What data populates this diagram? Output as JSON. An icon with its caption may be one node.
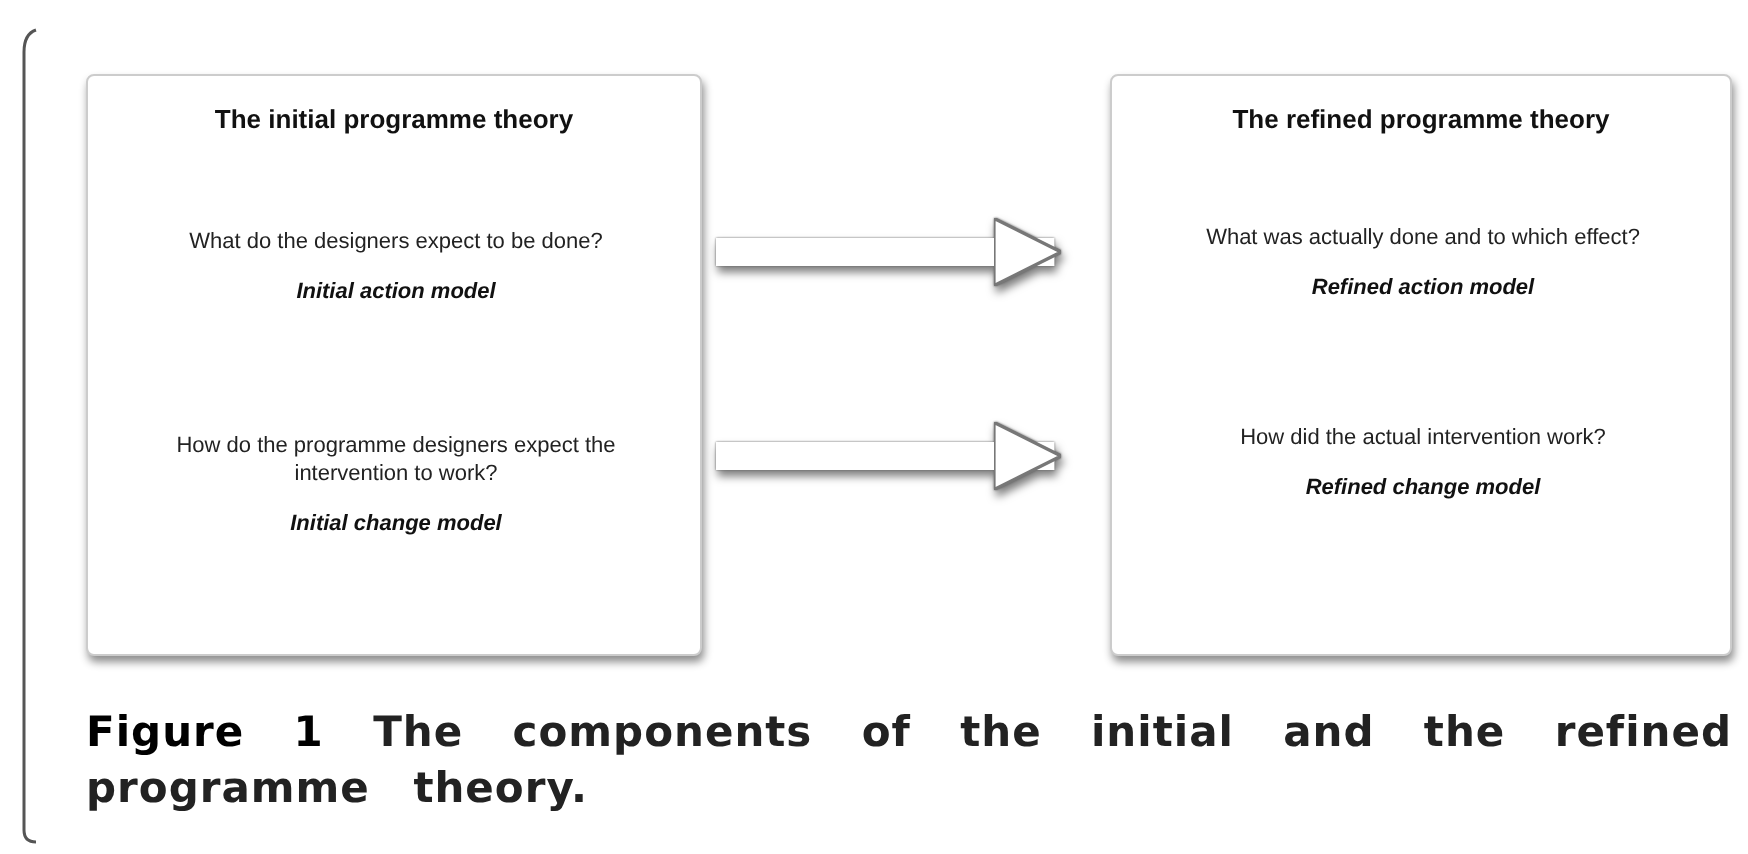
{
  "diagram": {
    "caption": "**Figure 1** The components of the initial and the refined programme theory.",
    "nodes": [
      {
        "text": [
          "The initial programme theory"
        ]
      },
      {
        "text": [
          "What do the designers expect to be done?",
          "Initial action model"
        ],
        "in": 0
      },
      {
        "text": [
          "How do the programme designers expect the intervention to work?",
          "Initial change model"
        ],
        "in": 0
      },
      {
        "text": [
          "The refined programme theory"
        ]
      },
      {
        "text": [
          "What was actually done and to which effect?",
          "Refined action model"
        ],
        "in": 3
      },
      {
        "text": [
          "How did the actual intervention work?",
          "Refined change model"
        ],
        "in": 3
      }
    ],
    "edges": [
      {
        "from": 1,
        "to": 4,
        "arrow": "to"
      },
      {
        "from": 2,
        "to": 5,
        "arrow": "to"
      }
    ]
  }
}
